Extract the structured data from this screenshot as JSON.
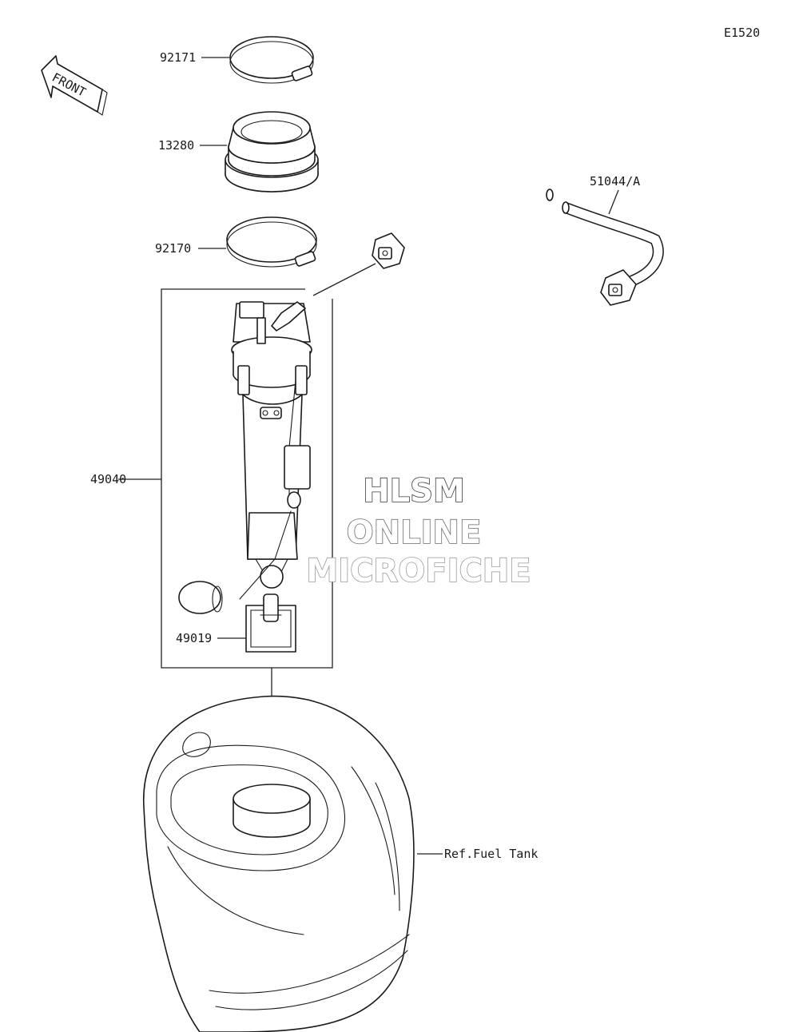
{
  "diagram_code": "E1520",
  "front_label": "FRONT",
  "parts": {
    "clamp_upper": "92171",
    "boot": "13280",
    "clamp_lower": "92170",
    "harness": "51044/A",
    "pump_assembly": "49040",
    "filter": "49019"
  },
  "reference": "Ref.Fuel Tank",
  "watermark": {
    "line1": "HLSM",
    "line2": "ONLINE",
    "line3": "MICROFICHE",
    "color1": "#3a3a3a",
    "color2": "#6a6a6a",
    "color3": "#9a9a9a"
  }
}
